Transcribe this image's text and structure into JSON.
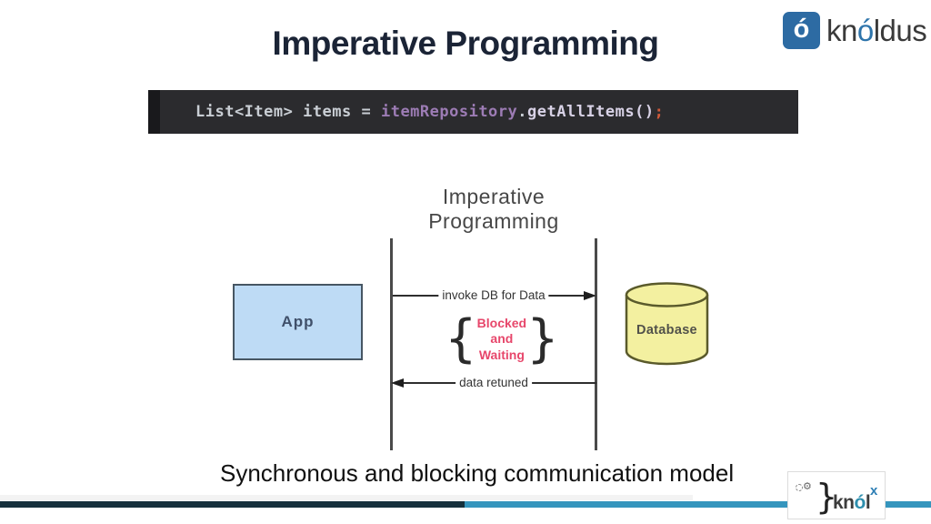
{
  "slide": {
    "title": "Imperative Programming",
    "caption": "Synchronous and blocking communication model"
  },
  "header_logo": {
    "badge_letter": "ó",
    "text_pre": "kn",
    "text_accent": "ó",
    "text_post": "ldus"
  },
  "code": {
    "tokens": [
      {
        "text": "List<Item> items = ",
        "role": "plain",
        "color": "#c9ced4"
      },
      {
        "text": "itemRepository",
        "role": "field",
        "color": "#9d7cb5"
      },
      {
        "text": ".",
        "role": "plain",
        "color": "#c9ced4"
      },
      {
        "text": "getAllItems()",
        "role": "method",
        "color": "#d8d2e6"
      },
      {
        "text": ";",
        "role": "semi",
        "color": "#d05a3a"
      }
    ]
  },
  "diagram": {
    "heading_line1": "Imperative",
    "heading_line2": "Programming",
    "app_label": "App",
    "db_label": "Database",
    "arrow_invoke_label": "invoke DB for Data",
    "arrow_return_label": "data retuned",
    "blocked": [
      "Blocked",
      "and",
      "Waiting"
    ],
    "brace_open": "{",
    "brace_close": "}"
  },
  "footer_logo": {
    "gear": "⚙",
    "brace": "}",
    "text_pre": "kn",
    "text_accent": "ó",
    "text_post": "l",
    "sup_x": "x"
  },
  "colors": {
    "title_text": "#1b2436",
    "logo_blue": "#2d6ba3",
    "logo_accent": "#2d74ab",
    "code_bg": "#2b2b2e",
    "app_fill": "#bedbf5",
    "app_border": "#475663",
    "db_fill": "#f3f0a0",
    "db_border": "#5a5a2b",
    "blocked_pink": "#e7476b",
    "bar_dark": "#16313d",
    "bar_light": "#3595bd"
  }
}
